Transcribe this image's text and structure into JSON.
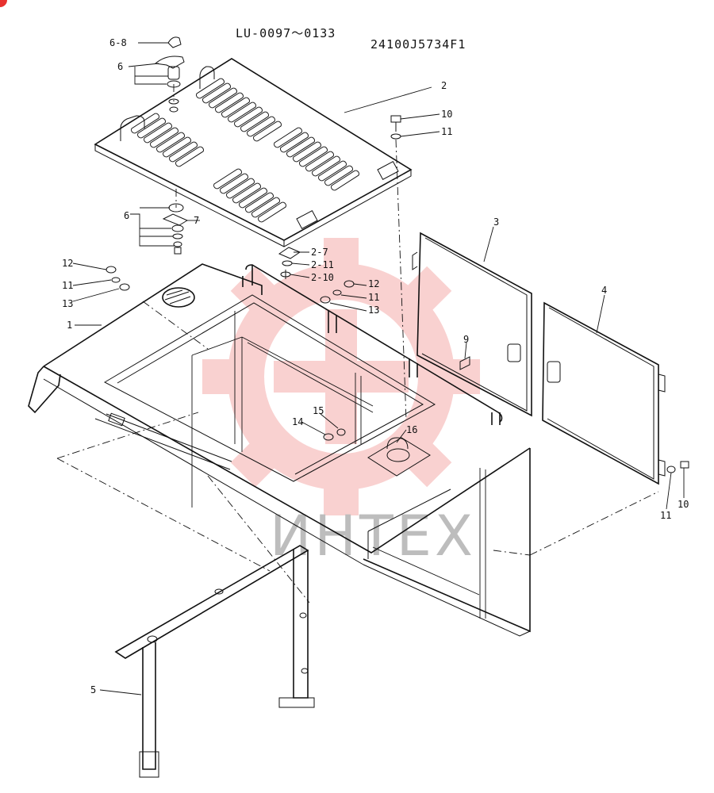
{
  "header": {
    "serial_range": "LU-0097〜0133",
    "drawing_number": "24100J5734F1"
  },
  "watermark": {
    "text": "ИНТЕХ",
    "color": "#e8322f"
  },
  "callouts": [
    {
      "id": "c-6-8",
      "label": "6-8"
    },
    {
      "id": "c-6-top",
      "label": "6"
    },
    {
      "id": "c-2",
      "label": "2"
    },
    {
      "id": "c-10-top",
      "label": "10"
    },
    {
      "id": "c-11-top",
      "label": "11"
    },
    {
      "id": "c-6-mid",
      "label": "6"
    },
    {
      "id": "c-7",
      "label": "7"
    },
    {
      "id": "c-2-7",
      "label": "2-7"
    },
    {
      "id": "c-2-11",
      "label": "2-11"
    },
    {
      "id": "c-2-10",
      "label": "2-10"
    },
    {
      "id": "c-3",
      "label": "3"
    },
    {
      "id": "c-4",
      "label": "4"
    },
    {
      "id": "c-12-left",
      "label": "12"
    },
    {
      "id": "c-11-left",
      "label": "11"
    },
    {
      "id": "c-13-left",
      "label": "13"
    },
    {
      "id": "c-1",
      "label": "1"
    },
    {
      "id": "c-12-mid",
      "label": "12"
    },
    {
      "id": "c-11-mid",
      "label": "11"
    },
    {
      "id": "c-13-mid",
      "label": "13"
    },
    {
      "id": "c-9",
      "label": "9"
    },
    {
      "id": "c-15",
      "label": "15"
    },
    {
      "id": "c-14",
      "label": "14"
    },
    {
      "id": "c-16",
      "label": "16"
    },
    {
      "id": "c-10-right",
      "label": "10"
    },
    {
      "id": "c-11-right",
      "label": "11"
    },
    {
      "id": "c-5",
      "label": "5"
    }
  ]
}
